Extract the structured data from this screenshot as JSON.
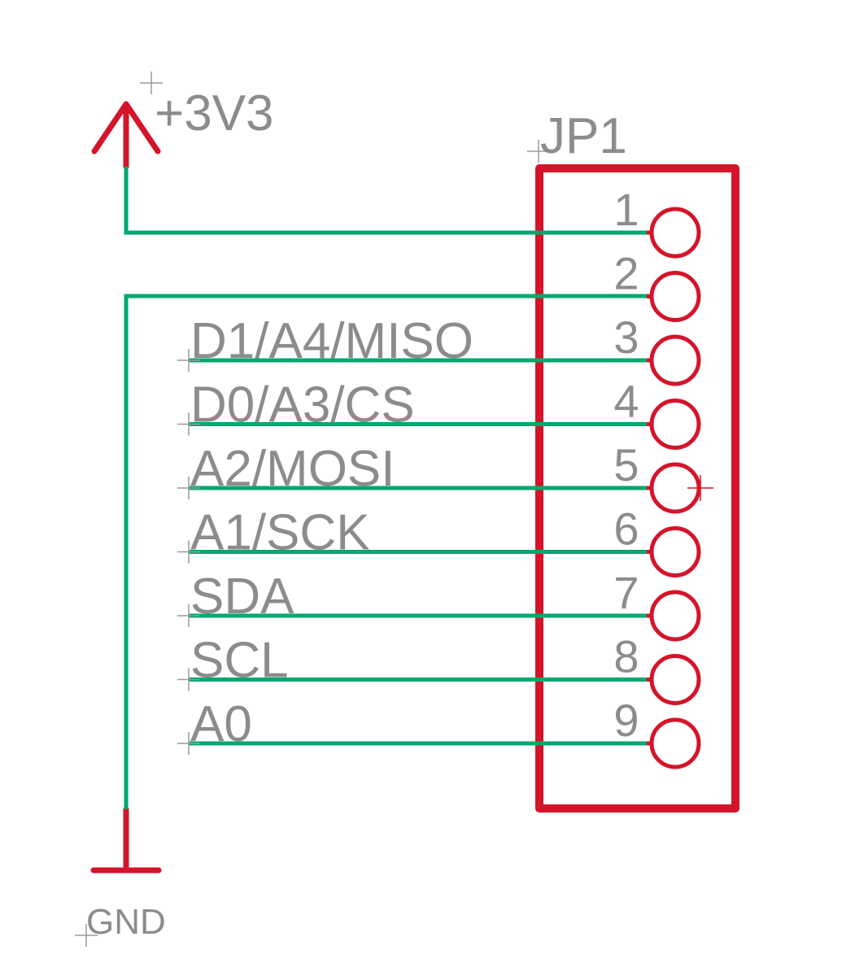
{
  "power_supply": {
    "label": "+3V3"
  },
  "ground": {
    "label": "GND"
  },
  "connector": {
    "ref": "JP1",
    "pins": [
      {
        "number": "1",
        "net": ""
      },
      {
        "number": "2",
        "net": ""
      },
      {
        "number": "3",
        "net": "D1/A4/MISO"
      },
      {
        "number": "4",
        "net": "D0/A3/CS"
      },
      {
        "number": "5",
        "net": "A2/MOSI"
      },
      {
        "number": "6",
        "net": "A1/SCK"
      },
      {
        "number": "7",
        "net": "SDA"
      },
      {
        "number": "8",
        "net": "SCL"
      },
      {
        "number": "9",
        "net": "A0"
      }
    ]
  },
  "colors": {
    "wire": "#00a86b",
    "symbol": "#d4142a",
    "text": "#8c8c8c",
    "origin_mark": "#9a9a9a",
    "background": "#ffffff"
  }
}
